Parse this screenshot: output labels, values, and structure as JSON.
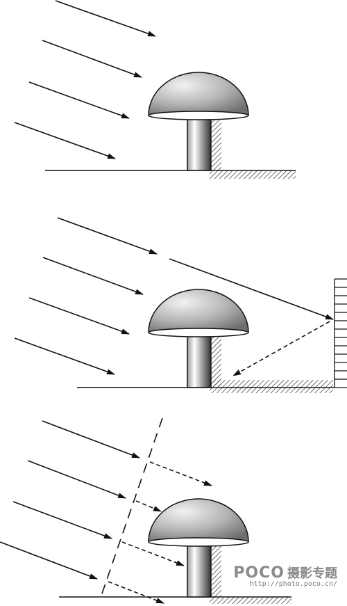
{
  "panels": [
    {
      "id": "direct-light"
    },
    {
      "id": "reflected-fill"
    },
    {
      "id": "diffused-light"
    }
  ],
  "watermark": {
    "brand": "POCO",
    "subtitle": "摄影专题",
    "url": "http://photo.poco.cn/"
  },
  "colors": {
    "line": "#111111",
    "cap_light": "#f2f2f2",
    "cap_dark": "#6e6e6e",
    "hatch": "#333333"
  }
}
